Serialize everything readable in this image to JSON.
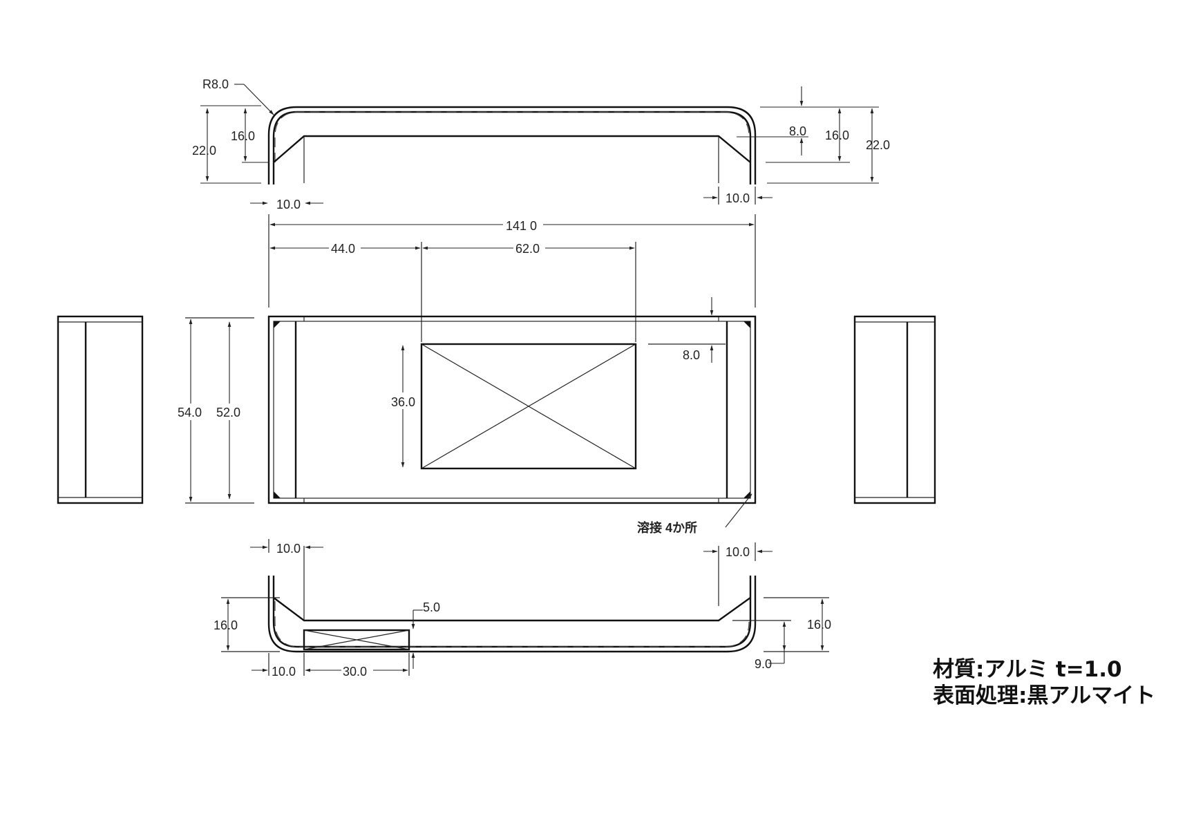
{
  "drawing": {
    "top_view": {
      "radius": "R8.0",
      "h22_left": "22.0",
      "h16_left": "16.0",
      "h8": "8.0",
      "h16_right": "16.0",
      "h22_right": "22.0",
      "w10_left": "10.0",
      "w10_right": "10.0"
    },
    "plan_view": {
      "overall": "141 0",
      "offset_44": "44.0",
      "window_62": "62.0",
      "height_54": "54.0",
      "height_52": "52.0",
      "window_36": "36.0",
      "edge_8": "8.0",
      "weld_note": "溶接 4か所"
    },
    "bottom_view": {
      "w10_top_left": "10.0",
      "w10_top_right": "10.0",
      "h16_left": "16.0",
      "d5": "5.0",
      "h16_right": "16.0",
      "d9": "9.0",
      "w10_bottom": "10.0",
      "w30_bottom": "30.0"
    }
  },
  "notes": {
    "material": "材質:アルミ t=1.0",
    "finish": "表面処理:黒アルマイト"
  }
}
